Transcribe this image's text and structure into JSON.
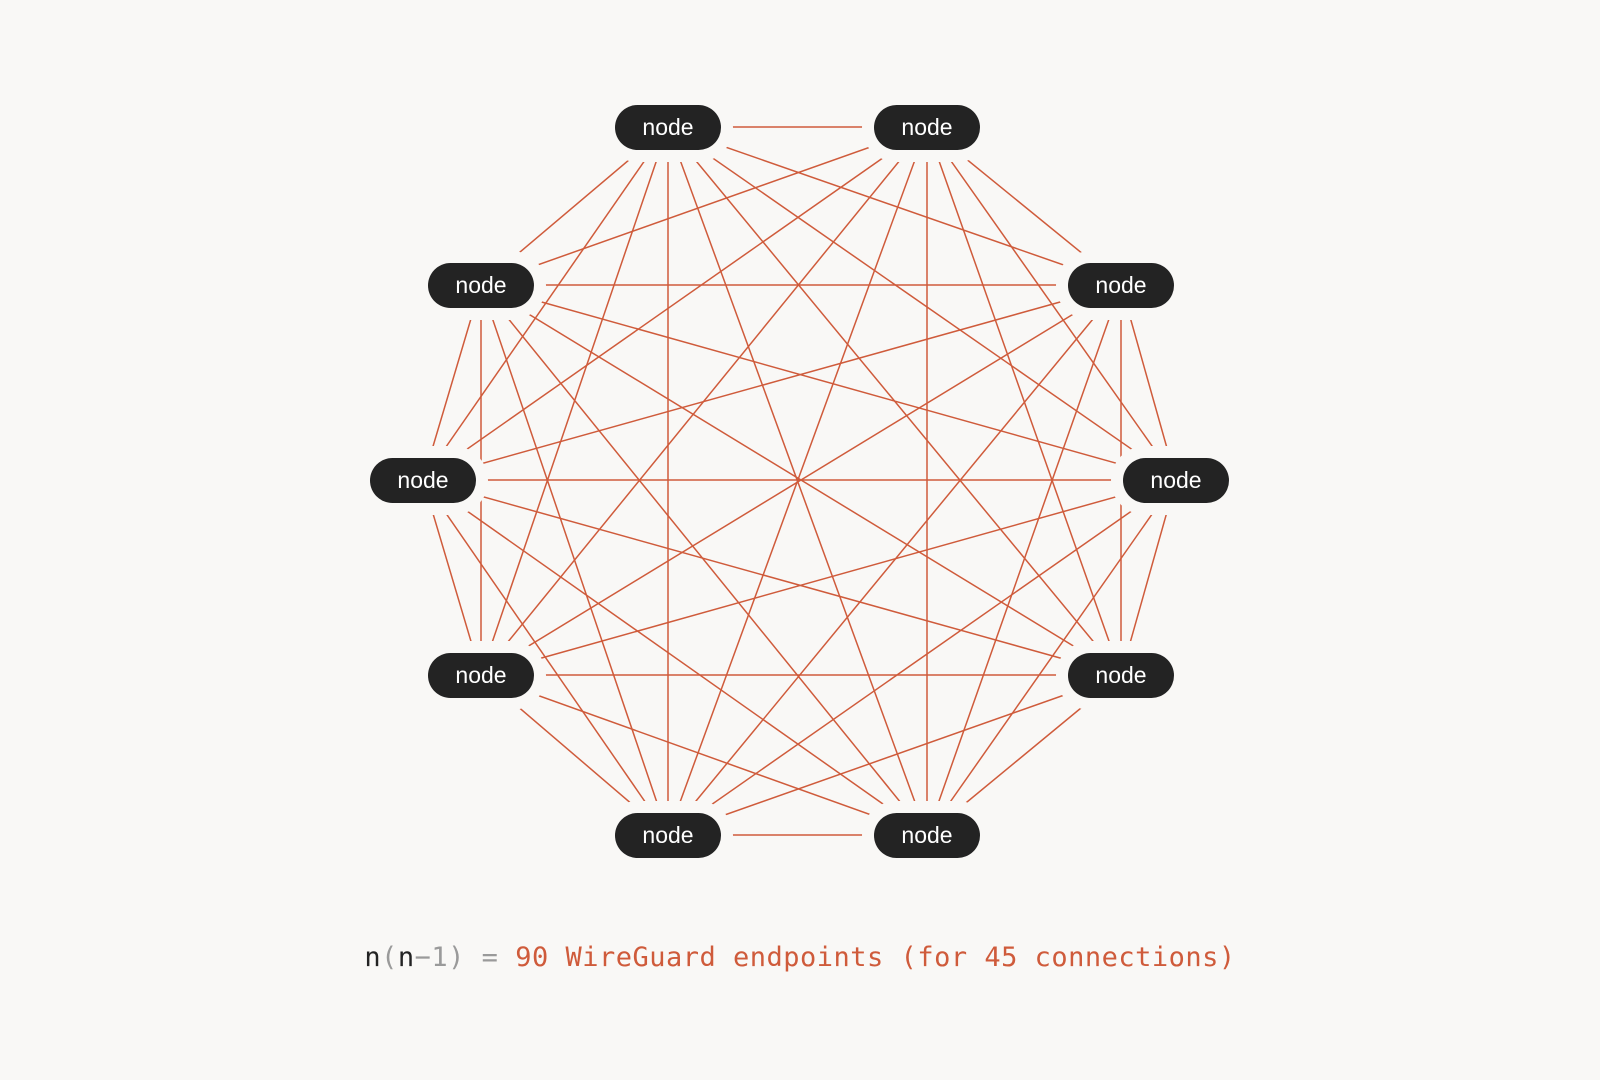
{
  "diagram": {
    "title": "Full mesh of 10 nodes",
    "nodes": [
      "node",
      "node",
      "node",
      "node",
      "node",
      "node",
      "node",
      "node",
      "node",
      "node"
    ],
    "edge_color": "#cf5b3b",
    "node_color": "#232323"
  },
  "formula": {
    "n1": "n",
    "open": "(",
    "n2": "n",
    "minus_one": "−1",
    "close": ")",
    "equals": " = ",
    "result": "90 WireGuard endpoints (for 45 connections)"
  }
}
